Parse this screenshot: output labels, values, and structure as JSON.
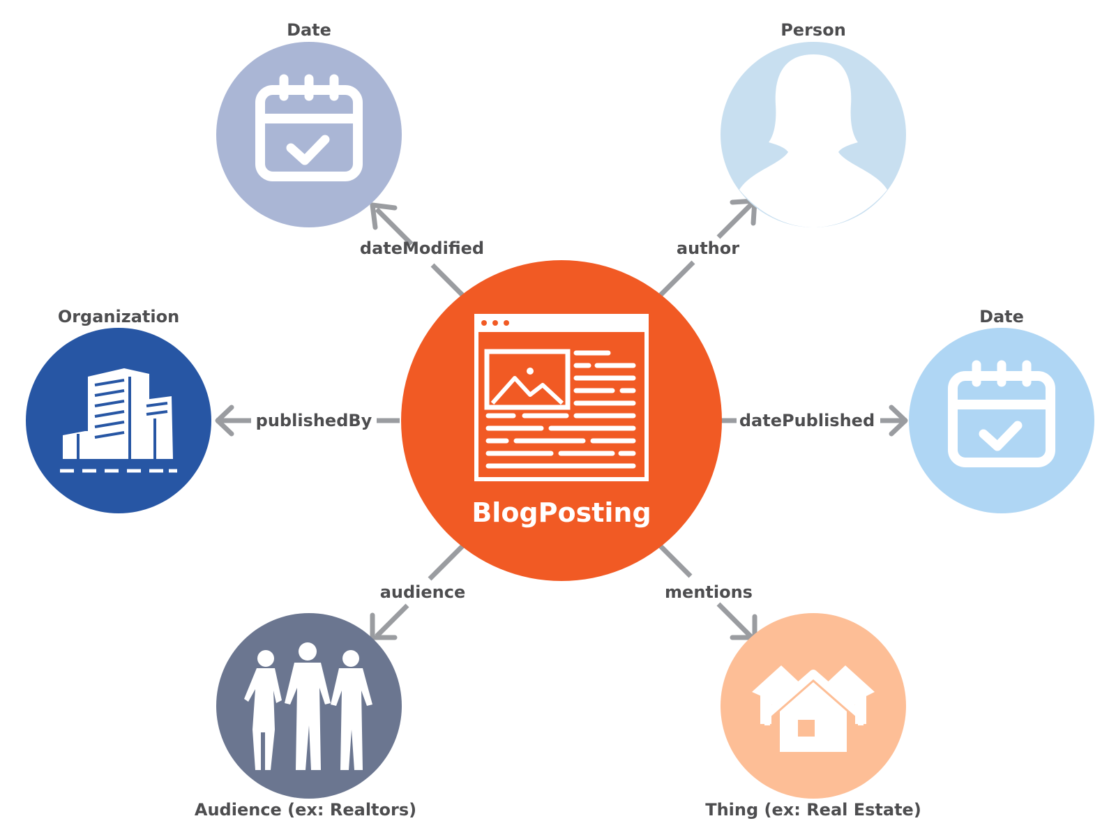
{
  "center": {
    "label": "BlogPosting",
    "color": "#f15a24",
    "icon": "blog-page-icon"
  },
  "nodes": {
    "date_modified": {
      "label": "Date",
      "color": "#aab6d5",
      "icon": "calendar-check-icon"
    },
    "person": {
      "label": "Person",
      "color": "#c8dff0",
      "icon": "person-silhouette-icon"
    },
    "organization": {
      "label": "Organization",
      "color": "#2756a4",
      "icon": "buildings-icon"
    },
    "date_published": {
      "label": "Date",
      "color": "#afd6f4",
      "icon": "calendar-check-icon"
    },
    "audience": {
      "label": "Audience (ex: Realtors)",
      "color": "#6b7690",
      "icon": "people-group-icon"
    },
    "thing": {
      "label": "Thing (ex: Real Estate)",
      "color": "#fdbe96",
      "icon": "houses-icon"
    }
  },
  "edges": {
    "date_modified": "dateModified",
    "author": "author",
    "published_by": "publishedBy",
    "date_published": "datePublished",
    "audience": "audience",
    "mentions": "mentions"
  },
  "colors": {
    "connector": "#9a9ca0",
    "label_text": "#4d4d4f"
  }
}
